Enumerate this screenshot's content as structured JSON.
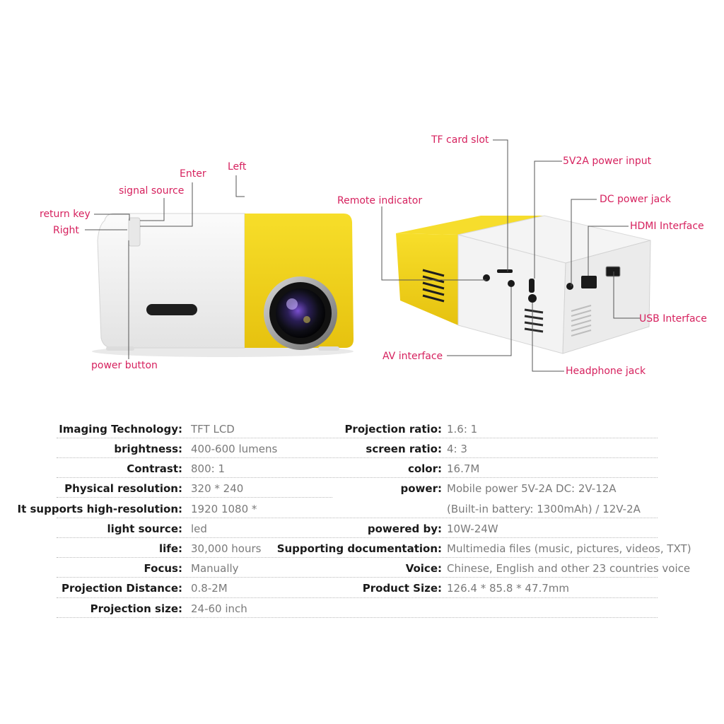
{
  "callouts": {
    "return_key": "return key",
    "right": "Right",
    "signal_source": "signal source",
    "enter": "Enter",
    "left": "Left",
    "power_button": "power button",
    "remote_indicator": "Remote indicator",
    "tf_card_slot": "TF card slot",
    "power_input": "5V2A power input",
    "dc_power_jack": "DC power jack",
    "hdmi_interface": "HDMI Interface",
    "usb_interface": "USB Interface",
    "av_interface": "AV interface",
    "headphone_jack": "Headphone jack"
  },
  "specs_left": [
    {
      "label": "Imaging Technology:",
      "value": "TFT LCD"
    },
    {
      "label": "brightness:",
      "value": "400-600 lumens"
    },
    {
      "label": "Contrast:",
      "value": "800: 1"
    },
    {
      "label": "Physical resolution:",
      "value": "320 * 240"
    },
    {
      "label": "It supports high-resolution:",
      "value": "1920 1080 *"
    },
    {
      "label": "light source:",
      "value": "led"
    },
    {
      "label": "life:",
      "value": "30,000 hours"
    },
    {
      "label": "Focus:",
      "value": "Manually"
    },
    {
      "label": "Projection Distance:",
      "value": "0.8-2M"
    },
    {
      "label": "Projection size:",
      "value": "24-60 inch"
    }
  ],
  "specs_right": [
    {
      "label": "Projection ratio:",
      "value": "1.6: 1"
    },
    {
      "label": "screen ratio:",
      "value": "4: 3"
    },
    {
      "label": "color:",
      "value": "16.7M"
    },
    {
      "label": "power:",
      "value": "Mobile power 5V-2A DC: 2V-12A"
    },
    {
      "label": "",
      "value": "(Built-in battery: 1300mAh) / 12V-2A"
    },
    {
      "label": "powered by:",
      "value": "10W-24W"
    },
    {
      "label": "Supporting documentation:",
      "value": "Multimedia files (music, pictures, videos, TXT)"
    },
    {
      "label": "Voice:",
      "value": "Chinese, English and other 23 countries voice"
    },
    {
      "label": "Product Size:",
      "value": "126.4 * 85.8 * 47.7mm"
    }
  ],
  "colors": {
    "callout_text": "#d6215e",
    "projector_yellow": "#f2d31b",
    "projector_white": "#f1f1f1",
    "label_text": "#1a1a1a",
    "value_text": "#7a7a7a"
  }
}
